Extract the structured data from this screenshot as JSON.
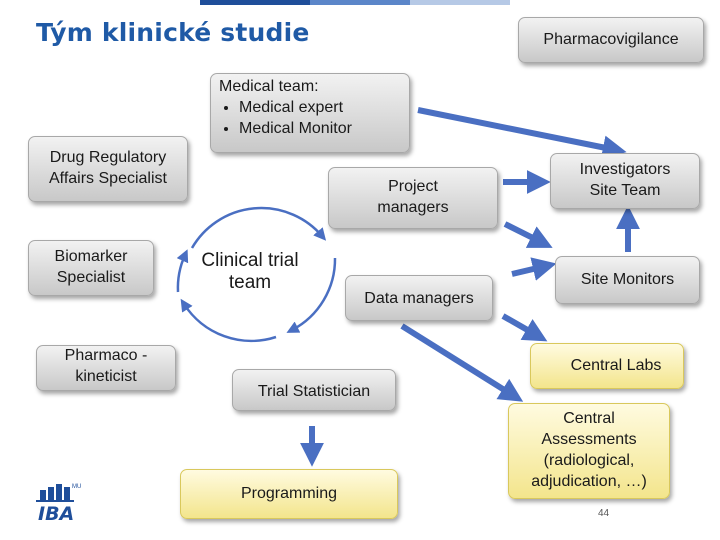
{
  "title": "Tým klinické studie",
  "center_label": "Clinical trial team",
  "nodes": {
    "pharmacovigilance": "Pharmacovigilance",
    "medical_team_heading": "Medical team:",
    "medical_team_items": [
      "Medical expert",
      "Medical Monitor"
    ],
    "drug_regulatory": "Drug Regulatory Affairs Specialist",
    "biomarker": "Biomarker Specialist",
    "pharmacokineticist": "Pharmaco - kineticist",
    "project_managers": "Project managers",
    "data_managers": "Data managers",
    "trial_statistician": "Trial Statistician",
    "programming": "Programming",
    "investigators": "Investigators Site Team",
    "site_monitors": "Site Monitors",
    "central_labs": "Central Labs",
    "central_assessments": "Central Assessments (radiological, adjudication, …)"
  },
  "logo": {
    "top": "MU",
    "bottom": "IBA"
  },
  "page_number": "44",
  "colors": {
    "title": "#1f5aa6",
    "arrow": "#4a6fc2",
    "grey_box": "#d9d9d9",
    "yellow_box": "#f7ec9e"
  }
}
